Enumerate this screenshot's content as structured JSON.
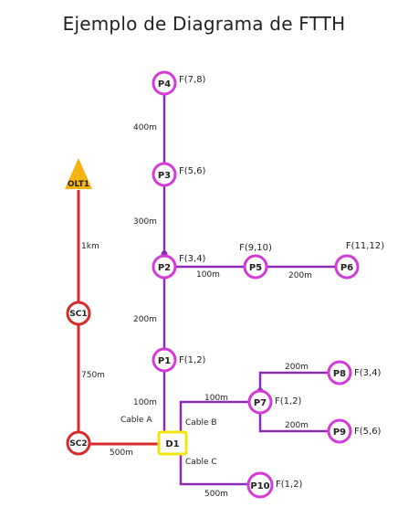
{
  "title": "Ejemplo de Diagrama de FTTH",
  "colors": {
    "feeder": "#d62c2c",
    "distribution": "#8a2bb8",
    "node_ring": "#d33ad8",
    "olt_fill": "#f5b40f",
    "splitter_border": "#f0e60a"
  },
  "nodes": {
    "olt": {
      "label": "OLT1"
    },
    "sc1": {
      "label": "SC1"
    },
    "sc2": {
      "label": "SC2"
    },
    "d1": {
      "label": "D1"
    },
    "p1": {
      "label": "P1",
      "fibers": "F(1,2)"
    },
    "p2": {
      "label": "P2",
      "fibers": "F(3,4)"
    },
    "p3": {
      "label": "P3",
      "fibers": "F(5,6)"
    },
    "p4": {
      "label": "P4",
      "fibers": "F(7,8)"
    },
    "p5": {
      "label": "P5",
      "fibers": "F(9,10)"
    },
    "p6": {
      "label": "P6",
      "fibers": "F(11,12)"
    },
    "p7": {
      "label": "P7",
      "fibers": "F(1,2)"
    },
    "p8": {
      "label": "P8",
      "fibers": "F(3,4)"
    },
    "p9": {
      "label": "P9",
      "fibers": "F(5,6)"
    },
    "p10": {
      "label": "P10",
      "fibers": "F(1,2)"
    }
  },
  "distances": {
    "olt_sc1": "1km",
    "sc1_sc2": "750m",
    "sc2_d1": "500m",
    "d1_p1": "100m",
    "p1_p2": "200m",
    "p2_p3": "300m",
    "p3_p4": "400m",
    "p2_p5": "100m",
    "p5_p6": "200m",
    "d1_p7": "100m",
    "p7_p8": "200m",
    "p7_p9": "200m",
    "d1_p10": "500m"
  },
  "cables": {
    "a": "Cable A",
    "b": "Cable B",
    "c": "Cable C"
  }
}
